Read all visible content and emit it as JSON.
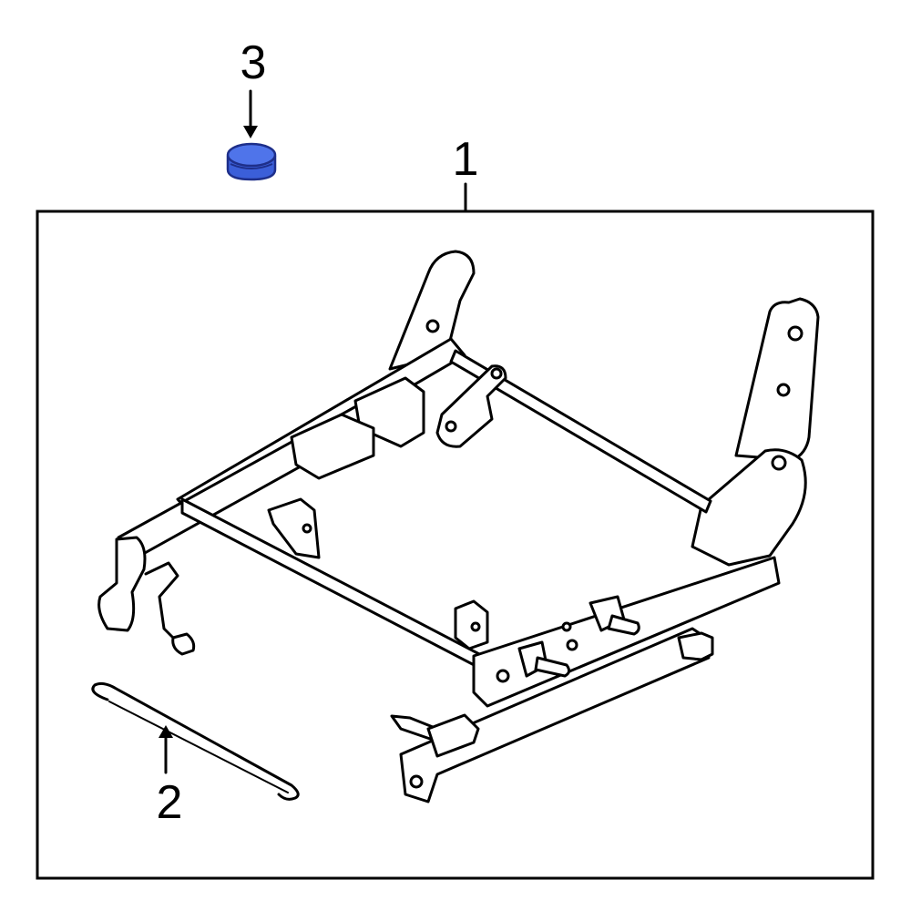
{
  "callouts": {
    "part_1": "1",
    "part_2": "2",
    "part_3": "3"
  },
  "colors": {
    "highlight": "#3B5FD9",
    "highlight_dark": "#1E2F8A",
    "line": "#000000",
    "background": "#FFFFFF"
  }
}
